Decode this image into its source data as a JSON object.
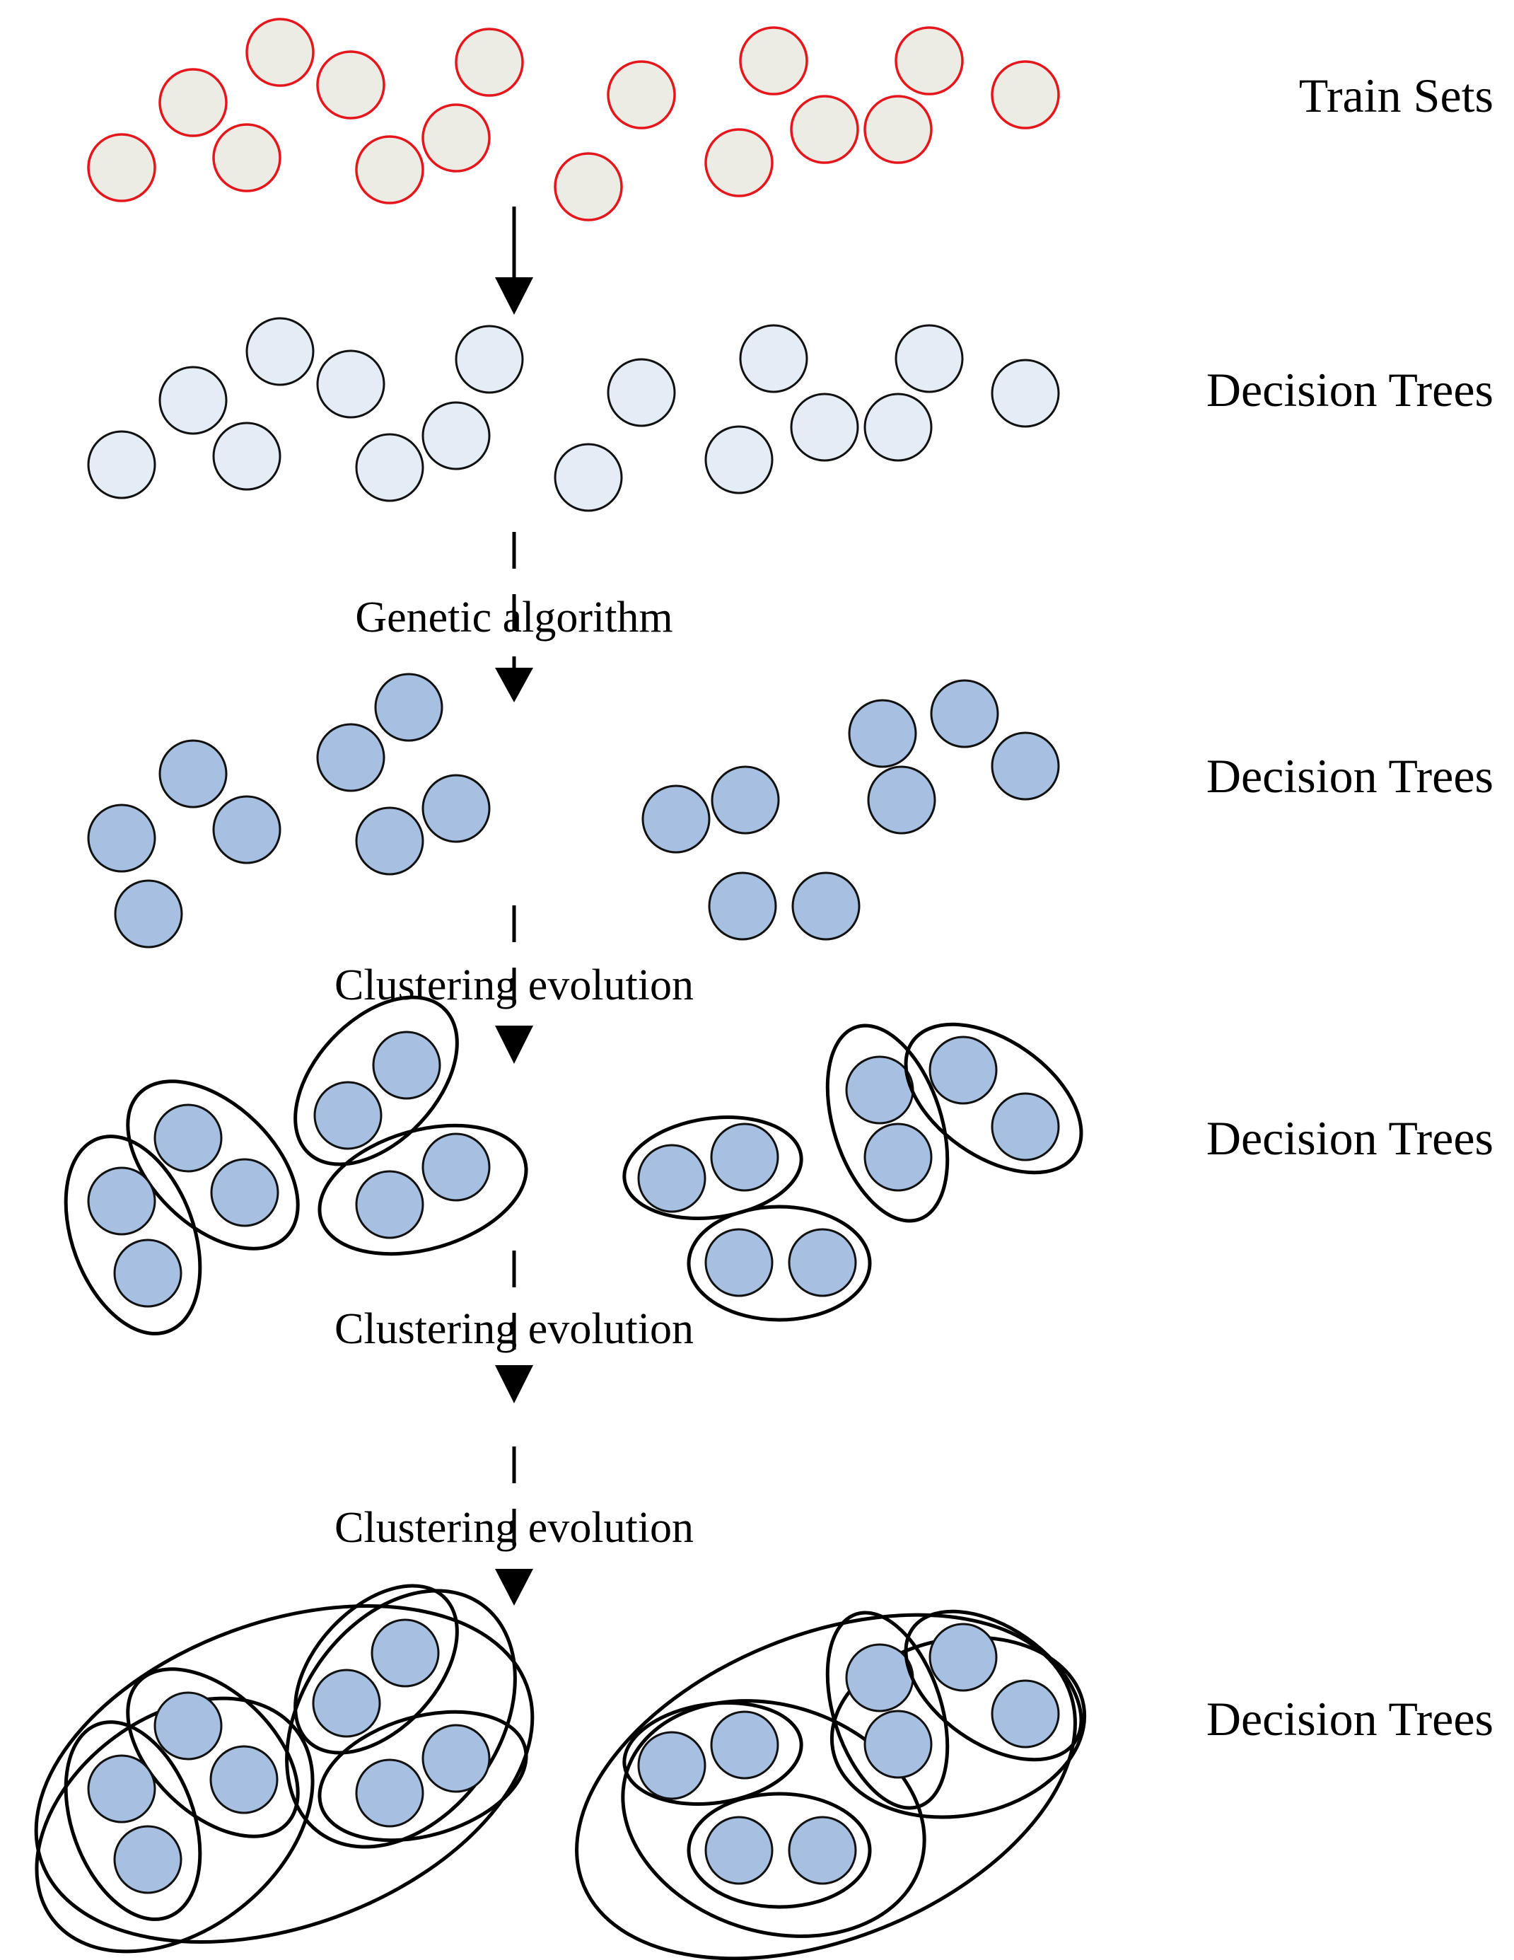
{
  "rows": {
    "train_sets": "Train Sets",
    "decision_trees_1": "Decision Trees",
    "decision_trees_2": "Decision Trees",
    "decision_trees_3": "Decision Trees",
    "decision_trees_4": "Decision Trees"
  },
  "steps": {
    "genetic_algorithm": "Genetic algorithm",
    "clustering_evolution_1": "Clustering evolution",
    "clustering_evolution_2": "Clustering evolution",
    "clustering_evolution_3": "Clustering evolution"
  },
  "colors": {
    "train_fill": "#ecece4",
    "train_stroke": "#e5161c",
    "tree_fill_pale": "#e4ecf6",
    "tree_fill_selected": "#a7c0e2",
    "outline": "#000000"
  }
}
